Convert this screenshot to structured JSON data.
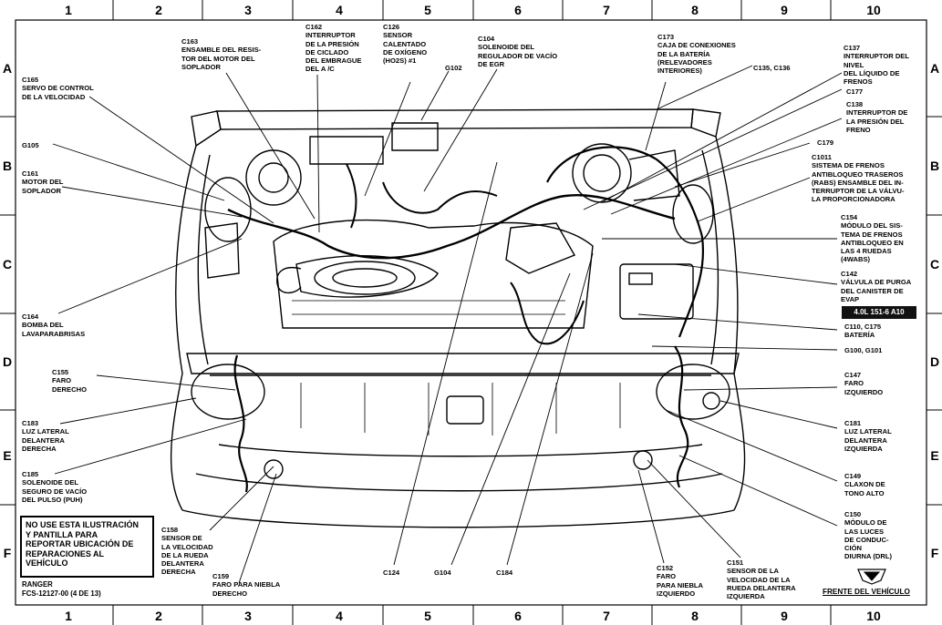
{
  "grid": {
    "columns": [
      "1",
      "2",
      "3",
      "4",
      "5",
      "6",
      "7",
      "8",
      "9",
      "10"
    ],
    "rows": [
      "A",
      "B",
      "C",
      "D",
      "E",
      "F"
    ]
  },
  "callouts": {
    "c165": "C165\nSERVO DE CONTROL\nDE LA VELOCIDAD",
    "g105": "G105",
    "c161": "C161\nMOTOR DEL\nSOPLADOR",
    "c164": "C164\nBOMBA DEL\nLAVAPARABRISAS",
    "c155": "C155\nFARO\nDERECHO",
    "c183": "C183\nLUZ LATERAL\nDELANTERA\nDERECHA",
    "c185": "C185\nSOLENOIDE DEL\nSEGURO DE VACÍO\nDEL PULSO (PUH)",
    "c163": "C163\nENSAMBLE DEL RESIS-\nTOR DEL MOTOR DEL\nSOPLADOR",
    "c162": "C162\nINTERRUPTOR\nDE LA PRESIÓN\nDE CICLADO\nDEL EMBRAGUE\nDEL A /C",
    "c126": "C126\nSENSOR\nCALENTADO\nDE OXÍGENO\n(HO2S) #1",
    "g102": "G102",
    "c104": "C104\nSOLENOIDE DEL\nREGULADOR DE VACÍO\nDE EGR",
    "c173": "C173\nCAJA DE CONEXIONES\nDE LA BATERÍA\n(RELEVADORES\nINTERIORES)",
    "c135": "C135, C136",
    "c137": "C137\nINTERRUPTOR DEL\nNIVEL\nDEL LÍQUIDO DE\nFRENOS",
    "c177": "C177",
    "c138": "C138\nINTERRUPTOR DE\nLA PRESIÓN DEL\nFRENO",
    "c179": "C179",
    "c1011": "C1011\nSISTEMA DE FRENOS\nANTIBLOQUEO TRASEROS\n(RABS) ENSAMBLE DEL IN-\nTERRUPTOR DE LA VÁLVU-\nLA PROPORCIONADORA",
    "c154": "C154\nMÓDULO DEL SIS-\nTEMA DE FRENOS\nANTIBLOQUEO EN\nLAS 4 RUEDAS\n(4WABS)",
    "c142": "C142\nVÁLVULA DE PURGA\nDEL CANISTER DE\nEVAP",
    "c110": "C110, C175\nBATERÍA",
    "g100": "G100, G101",
    "c147": "C147\nFARO\nIZQUIERDO",
    "c181": "C181\nLUZ LATERAL\nDELANTERA\nIZQUIERDA",
    "c149": "C149\nCLAXON DE\nTONO ALTO",
    "c150": "C150\nMÓDULO DE\nLAS LUCES\nDE CONDUC-\nCIÓN\nDIURNA (DRL)",
    "c158": "C158\nSENSOR DE\nLA VELOCIDAD\nDE LA RUEDA\nDELANTERA\nDERECHA",
    "c159": "C159\nFARO PARA NIEBLA\nDERECHO",
    "c124": "C124",
    "g104": "G104",
    "c184": "C184",
    "c152": "C152\nFARO\nPARA NIEBLA\nIZQUIERDO",
    "c151": "C151\nSENSOR DE LA\nVELOCIDAD DE LA\nRUEDA DELANTERA\nIZQUIERDA"
  },
  "engine_tag": "4.0L 151-6 A10",
  "notice": "NO USE ESTA ILUSTRACIÓN\nY PANTILLA PARA\nREPORTAR UBICACIÓN DE\nREPARACIONES AL\nVEHÍCULO",
  "reference": "RANGER\nFCS-12127-00 (4 DE 13)",
  "front_label": "FRENTE DEL VEHÍCULO",
  "colors": {
    "ink": "#000000",
    "tag_bg": "#111111",
    "paper": "#ffffff"
  }
}
